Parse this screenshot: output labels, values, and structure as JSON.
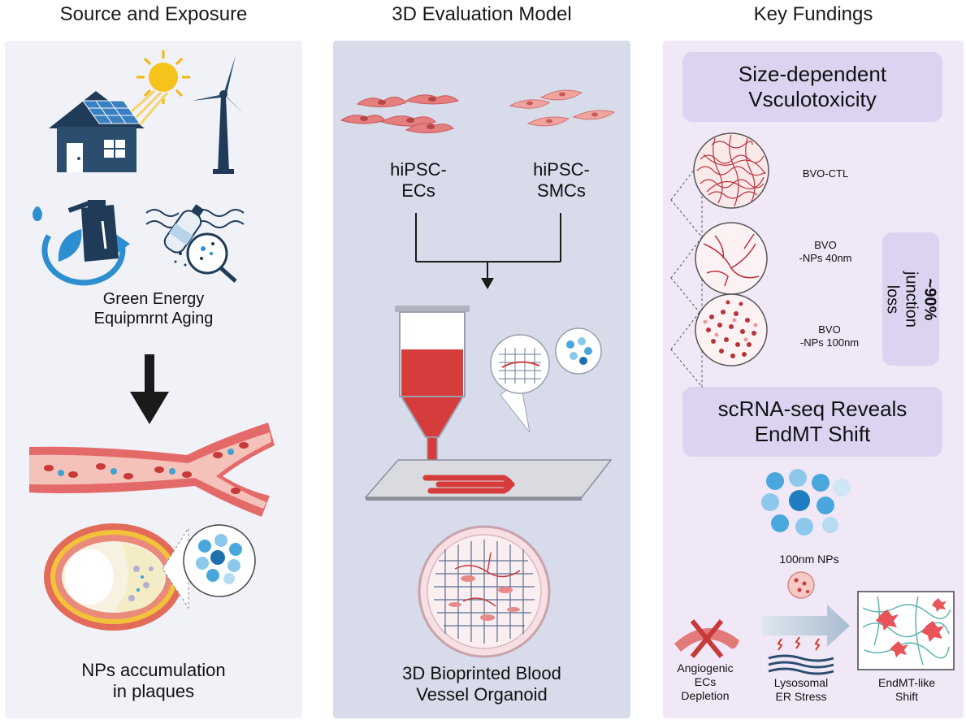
{
  "columns": [
    {
      "title": "Source and Exposure"
    },
    {
      "title": "3D Evaluation Model"
    },
    {
      "title": "Key Fundings"
    }
  ],
  "source": {
    "aging_label_1": "Green Energy",
    "aging_label_2": "Equipmrnt Aging",
    "accumulation_1": "NPs accumulation",
    "accumulation_2": "in plaques"
  },
  "model": {
    "ec_1": "hiPSC-",
    "ec_2": "ECs",
    "smc_1": "hiPSC-",
    "smc_2": "SMCs",
    "organoid_1": "3D Bioprinted Blood",
    "organoid_2": "Vessel Organoid"
  },
  "findings": {
    "box1_1": "Size-dependent",
    "box1_2": "Vsculotoxicity",
    "bvo_ctl": "BVO-CTL",
    "bvo40_1": "BVO",
    "bvo40_2": "-NPs 40nm",
    "bvo100_1": "BVO",
    "bvo100_2": "-NPs 100nm",
    "junction_1": "~90%",
    "junction_2": "junction",
    "junction_3": "loss",
    "box2_1": "scRNA-seq Reveals",
    "box2_2": "EndMT Shift",
    "nps_label": "100nm NPs",
    "angio_1": "Angiogenic",
    "angio_2": "ECs",
    "angio_3": "Depletion",
    "lyso_1": "Lysosomal",
    "lyso_2": "ER Stress",
    "endmt_1": "EndMT-like",
    "endmt_2": "Shift"
  },
  "colors": {
    "panel1": "#f1f1f8",
    "panel2": "#d7dbea",
    "panel3": "#f0e8f7",
    "box": "#dcd3f1",
    "vessel_red": "#c73a3a",
    "np_blue": "#3fa2d6",
    "navy": "#1f3b57"
  }
}
